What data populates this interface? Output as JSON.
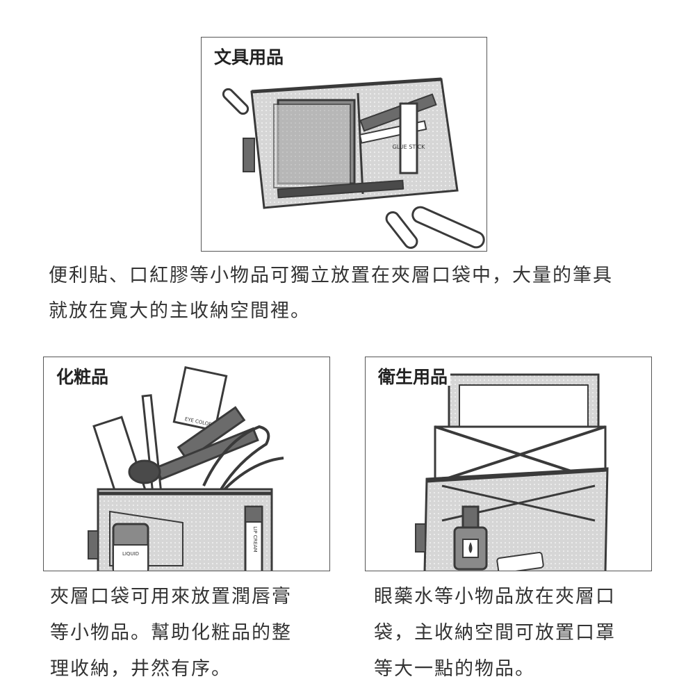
{
  "stationery": {
    "label": "文具用品",
    "caption_line1": "便利貼、口紅膠等小物品可獨立放置在夾層口袋中，大量的筆具",
    "caption_line2": "就放在寬大的主收納空間裡。",
    "glue_text": "GLUE STICK"
  },
  "cosmetics": {
    "label": "化粧品",
    "caption_line1": "夾層口袋可用來放置潤唇膏",
    "caption_line2": "等小物品。幫助化粧品的整",
    "caption_line3": "理收納，井然有序。",
    "eye_color_text": "EYE COLOR",
    "liquid_text": "LIQUID",
    "lip_text": "LIP CREAM"
  },
  "hygiene": {
    "label": "衛生用品",
    "caption_line1": "眼藥水等小物品放在夾層口",
    "caption_line2": "袋，主收納空間可放置口罩",
    "caption_line3": "等大一點的物品。"
  },
  "colors": {
    "outline": "#3a3a3a",
    "mesh": "#d4d4d4",
    "dark": "#6b6b6b",
    "light": "#eeeeee"
  }
}
